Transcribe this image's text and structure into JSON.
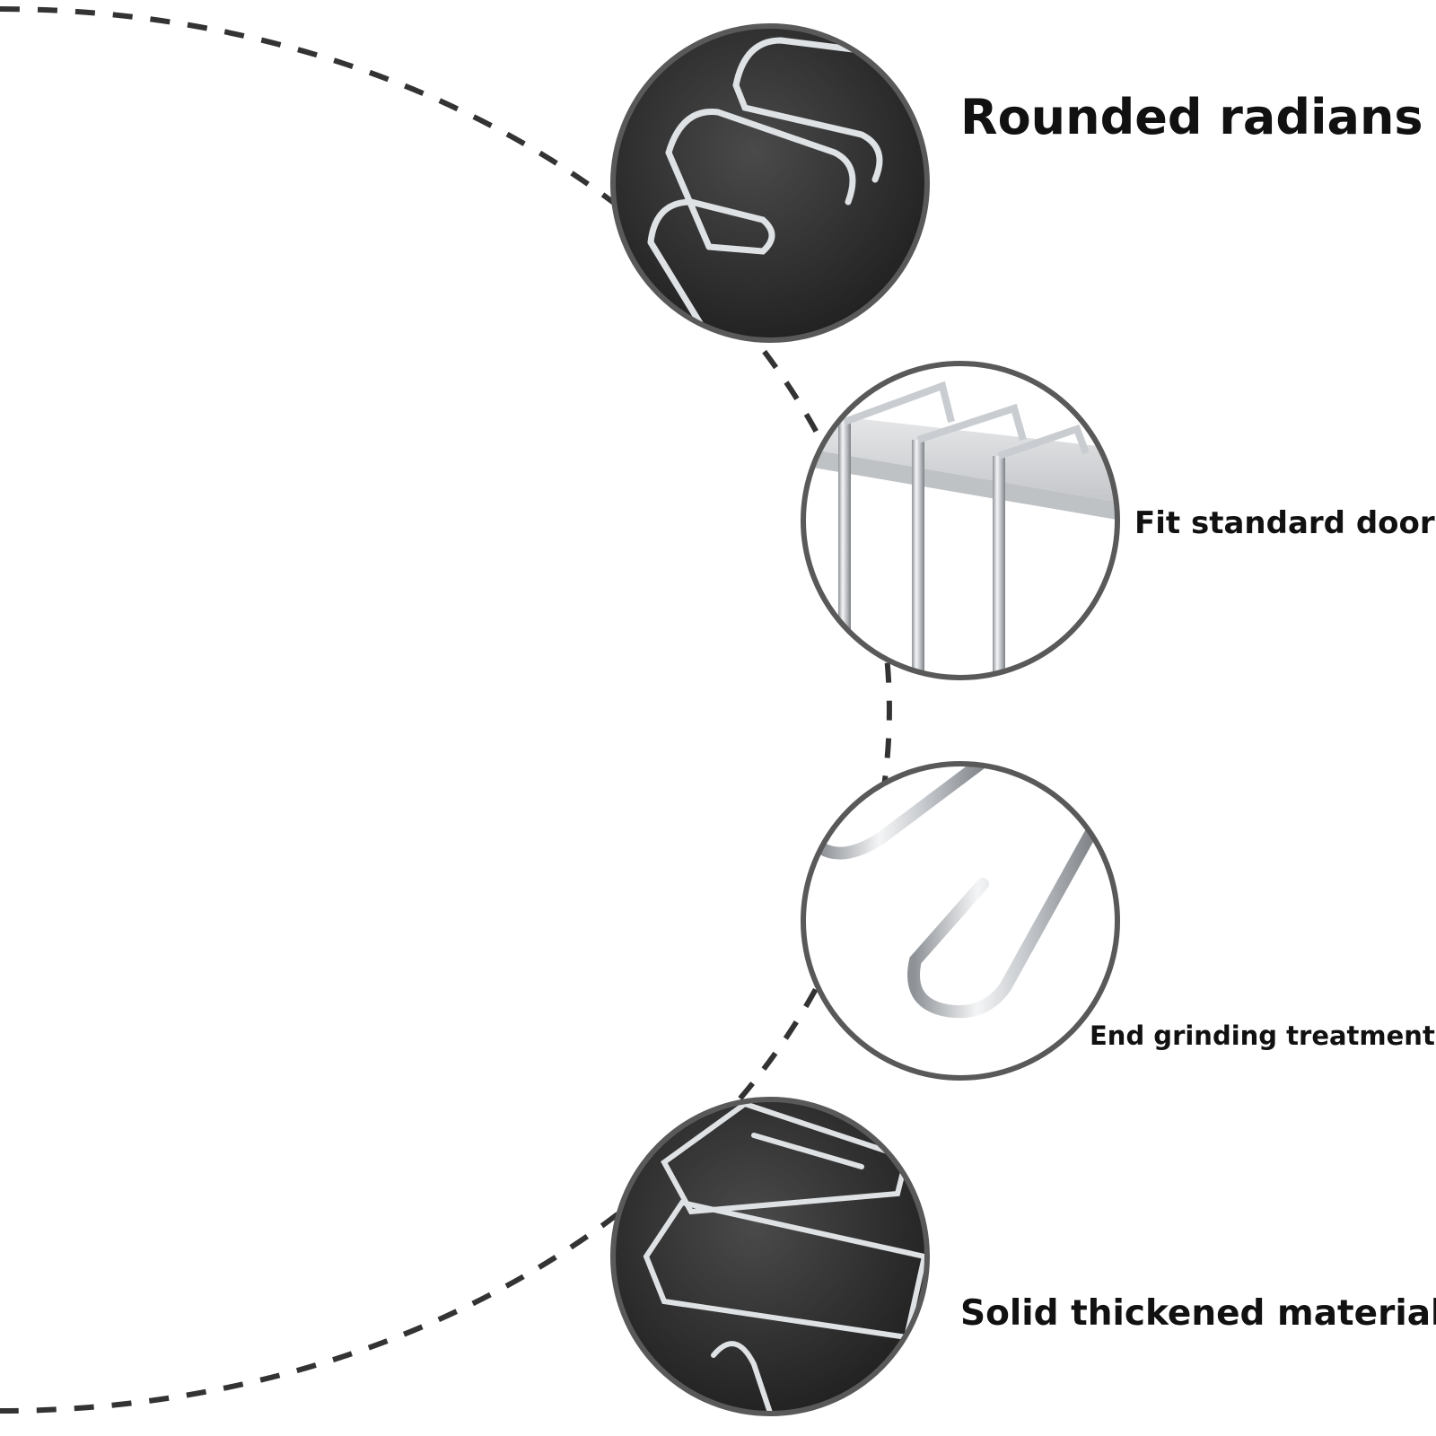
{
  "features": [
    {
      "label": "Rounded radians",
      "photo": "hook-bend-closeup-dark"
    },
    {
      "label": "Fit standard door",
      "photo": "hooks-on-door-top"
    },
    {
      "label": "End grinding treatment",
      "photo": "hook-tip-closeup"
    },
    {
      "label": "Solid thickened material",
      "photo": "hook-frame-closeup-dark"
    }
  ],
  "colors": {
    "background": "#ffffff",
    "circle_outline": "#595959",
    "dashed_arc": "#333333",
    "dark_photo": "#2b2b2b",
    "steel": "#c8ccd0"
  }
}
